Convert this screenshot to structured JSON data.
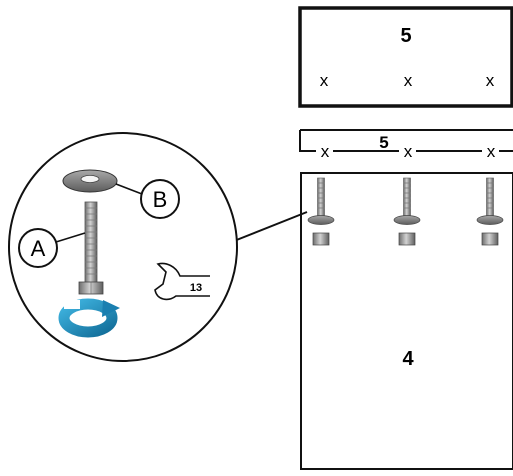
{
  "top_panel": {
    "part_number": "5",
    "hole_marks": [
      "x",
      "x",
      "x"
    ]
  },
  "strip_panel": {
    "part_number": "5",
    "hole_marks": [
      "x",
      "x",
      "x"
    ]
  },
  "bottom_panel": {
    "part_number": "4"
  },
  "callout": {
    "label_a": "A",
    "label_b": "B",
    "wrench_size": "13",
    "rotate_icon": "rotate-arrow-icon",
    "wrench_icon": "open-wrench-icon"
  },
  "colors": {
    "line": "#111111",
    "metal": "#8a8a8a",
    "rotate_arrow": "#1d8fbf"
  }
}
